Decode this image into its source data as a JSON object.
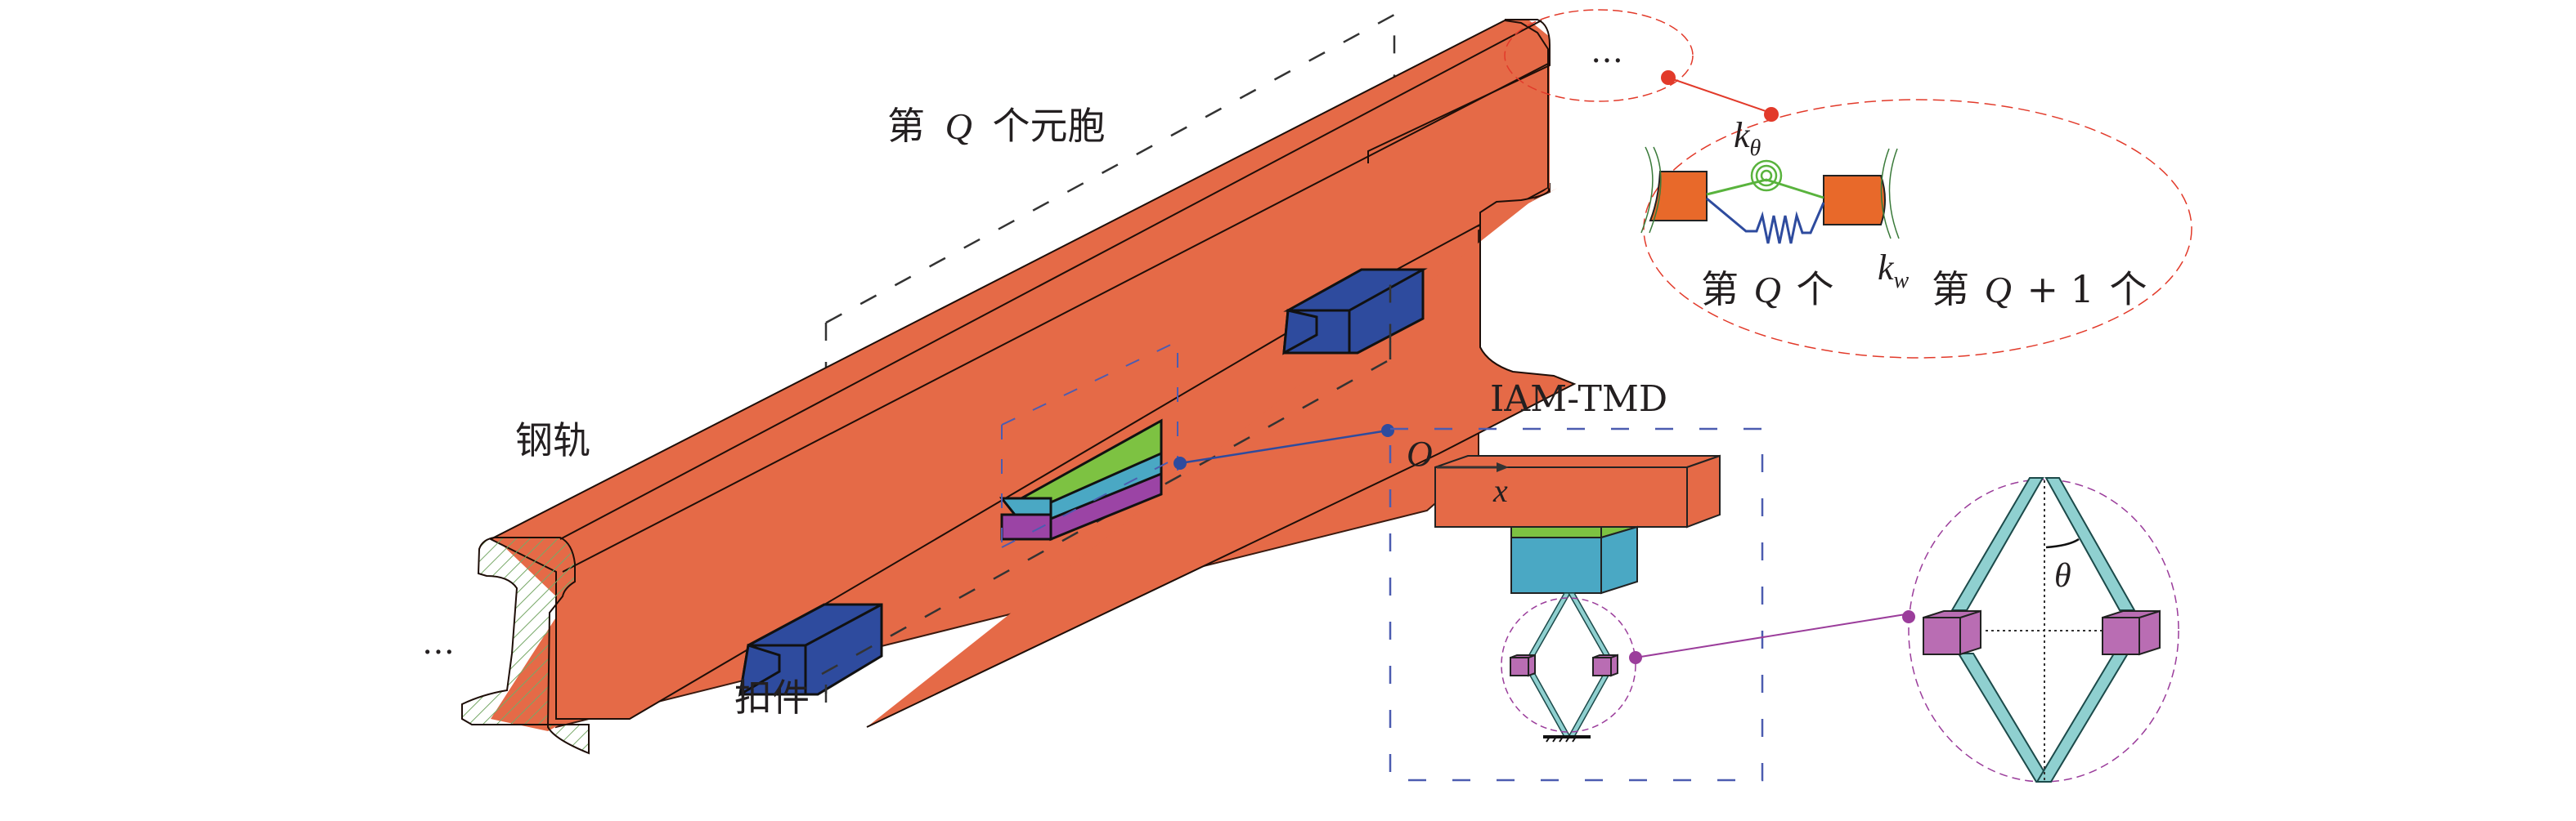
{
  "figure": {
    "rail_label": "钢轨",
    "fastener_label": "扣件",
    "cell_label": {
      "prefix": "第",
      "var": "Q",
      "suffix": "个元胞"
    },
    "ellipsis_left": "…",
    "ellipsis_top": "…",
    "coupling": {
      "k_theta": {
        "base": "k",
        "sub": "θ"
      },
      "k_w": {
        "base": "k",
        "sub": "w"
      },
      "cell_q": {
        "prefix": "第",
        "var": "Q",
        "suffix": "个"
      },
      "cell_q1": {
        "prefix": "第",
        "var": "Q",
        "plus": "+ 1",
        "suffix": "个"
      }
    },
    "tmd": {
      "title": "IAM-TMD",
      "origin": "O",
      "axis": "x",
      "angle": "θ"
    }
  },
  "colors": {
    "rail": "#e56a47",
    "fastener": "#2e4b9e",
    "green_layer": "#7dc242",
    "blue_layer": "#4aa8c4",
    "purple_layer": "#9b44a5",
    "mass": "#b96db3",
    "link": "#8fd0d0",
    "red_callout": "#e23a2a",
    "blue_callout": "#2e4b9e",
    "purple_callout": "#9b3d9b",
    "hatch": "#77a867"
  }
}
